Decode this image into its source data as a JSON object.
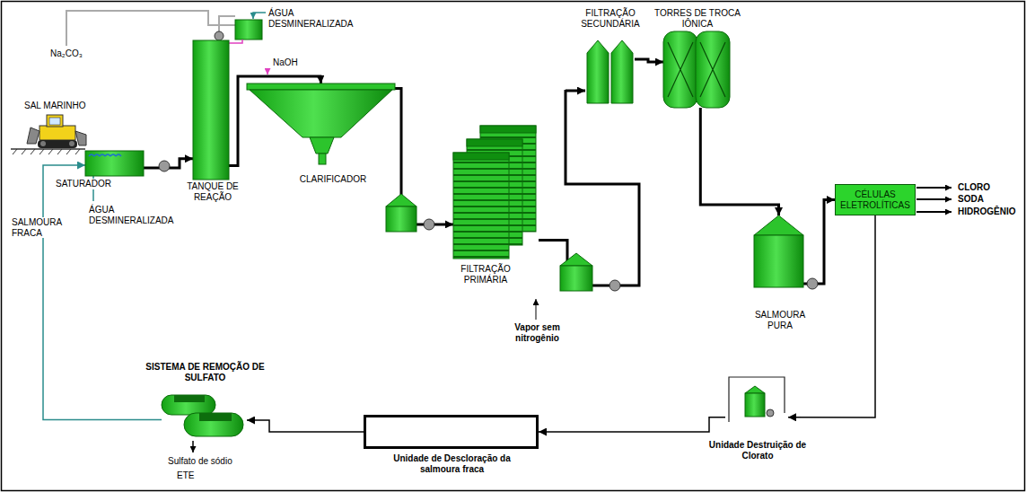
{
  "diagram": {
    "nodes": [
      {
        "text": [
          "SATURADOR"
        ]
      },
      {
        "text": [
          "TANQUE DE REAÇÃO"
        ]
      },
      {
        "text": [
          "CLARIFICADOR"
        ]
      },
      {
        "text": [
          "FILTRAÇÃO PRIMÁRIA"
        ]
      },
      {
        "text": [
          "FILTRAÇÃO SECUNDÁRIA"
        ]
      },
      {
        "text": [
          "TORRES DE TROCA IÔNICA"
        ]
      },
      {
        "text": [
          "SALMOURA PURA"
        ]
      },
      {
        "text": [
          "CÉLULAS ELETROLÍTICAS"
        ]
      },
      {
        "text": [
          "Unidade Destruição de Clorato"
        ]
      },
      {
        "text": [
          "Unidade de Descloração da salmoura fraca"
        ]
      },
      {
        "text": [
          "SISTEMA DE REMOÇÃO DE SULFATO"
        ]
      }
    ],
    "edges": [
      {
        "from": 0,
        "to": 1,
        "arrow": "to"
      },
      {
        "from": 1,
        "to": 2,
        "arrow": "to"
      },
      {
        "from": 2,
        "to": 3,
        "arrow": "to"
      },
      {
        "from": 3,
        "to": 4,
        "arrow": "to"
      },
      {
        "from": 4,
        "to": 5,
        "arrow": "to"
      },
      {
        "from": 5,
        "to": 6,
        "arrow": "to"
      },
      {
        "from": 6,
        "to": 7,
        "arrow": "to"
      },
      {
        "from": 7,
        "to": 8,
        "arrow": "to"
      },
      {
        "from": 8,
        "to": 9,
        "arrow": "to"
      },
      {
        "from": 9,
        "to": 10,
        "arrow": "to"
      },
      {
        "from": 10,
        "to": 0,
        "arrow": "to"
      }
    ],
    "labels": [
      "Na₂CO₃",
      "ÁGUA DESMINERALIZADA",
      "NaOH",
      "SAL MARINHO",
      "ÁGUA DESMINERALIZADA",
      "SALMOURA FRACA",
      "Vapor sem nitrogênio",
      "CLORO",
      "SODA",
      "HIDROGÊNIO",
      "Sulfato de sódio",
      "ETE"
    ]
  }
}
